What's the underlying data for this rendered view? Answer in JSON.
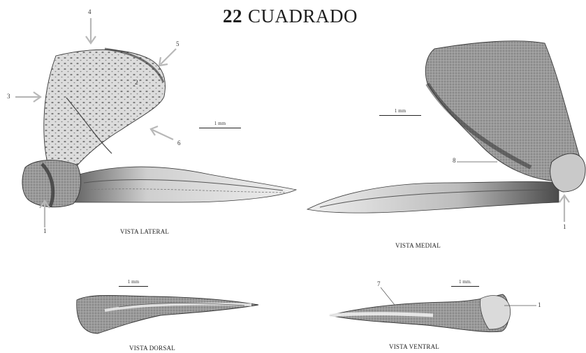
{
  "title": {
    "number": "22",
    "text": "CUADRADO"
  },
  "views": {
    "lateral": "VISTA LATERAL",
    "medial": "VISTA MEDIAL",
    "dorsal": "VISTA DORSAL",
    "ventral": "VISTA VENTRAL"
  },
  "scale_bars": {
    "lateral": "1 mm",
    "medial": "1 mm",
    "dorsal": "1 mm",
    "ventral": "1 mm."
  },
  "markers": {
    "n1_lateral": "1",
    "n1_medial": "1",
    "n1_ventral": "1",
    "n2": "2",
    "n3": "3",
    "n4": "4",
    "n5": "5",
    "n6": "6",
    "n7": "7",
    "n8": "8"
  },
  "colors": {
    "arrow": "#b8b8b8",
    "bone_light": "#e6e6e6",
    "bone_mid": "#a9a9a9",
    "bone_dark": "#3c3c3c"
  }
}
